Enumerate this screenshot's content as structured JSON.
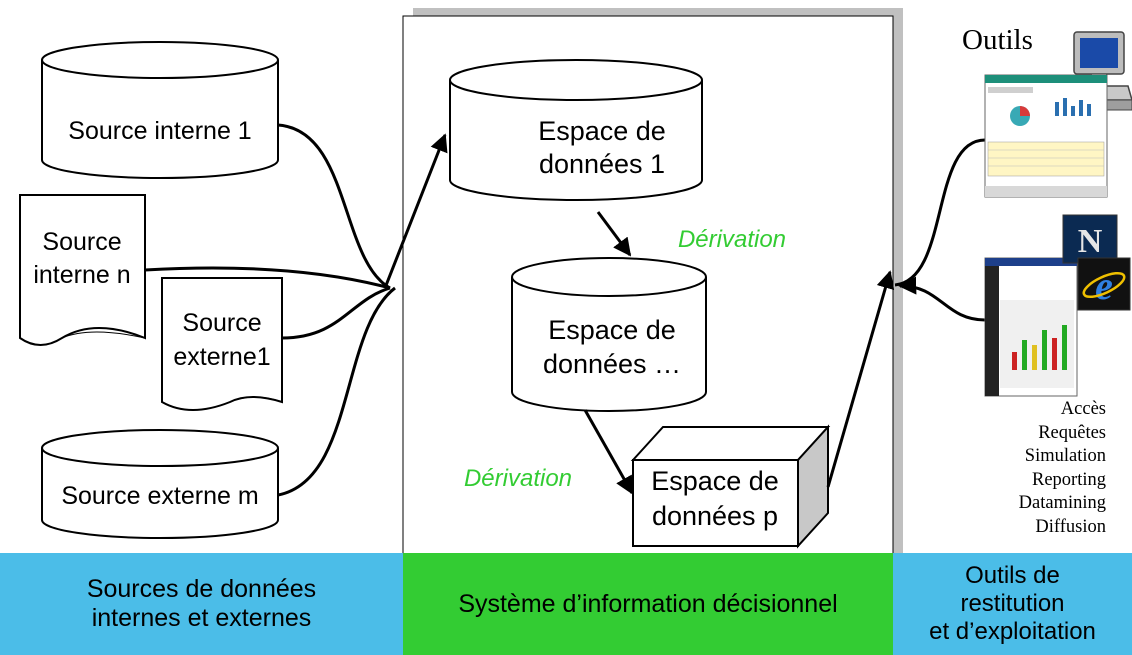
{
  "sources": {
    "internal_1": "Source interne 1",
    "internal_n": [
      "Source",
      "interne n"
    ],
    "external_1": [
      "Source",
      "externe1"
    ],
    "external_m": "Source externe m"
  },
  "spaces": {
    "space_1": [
      "Espace de",
      "données 1"
    ],
    "space_mid": [
      "Espace de",
      "données …"
    ],
    "space_p": [
      "Espace de",
      "données p"
    ]
  },
  "derivation_labels": [
    "Dérivation",
    "Dérivation"
  ],
  "tools": {
    "title": "Outils",
    "items": [
      "Accès",
      "Requêtes",
      "Simulation",
      "Reporting",
      "Datamining",
      "Diffusion"
    ],
    "icons": [
      "computer-icon",
      "dashboard-screenshot",
      "chart-3d-screenshot",
      "netscape-n-icon",
      "internet-explorer-e-icon"
    ]
  },
  "bands": {
    "left": [
      "Sources de données",
      "internes et externes"
    ],
    "middle": "Système d’information décisionnel",
    "right": [
      "Outils de",
      "restitution",
      "et d’exploitation"
    ]
  },
  "colors": {
    "band_blue": "#4bbde8",
    "band_green": "#33cc33",
    "derivation_green": "#33cc33",
    "shadow_gray": "#c0c0c0"
  }
}
